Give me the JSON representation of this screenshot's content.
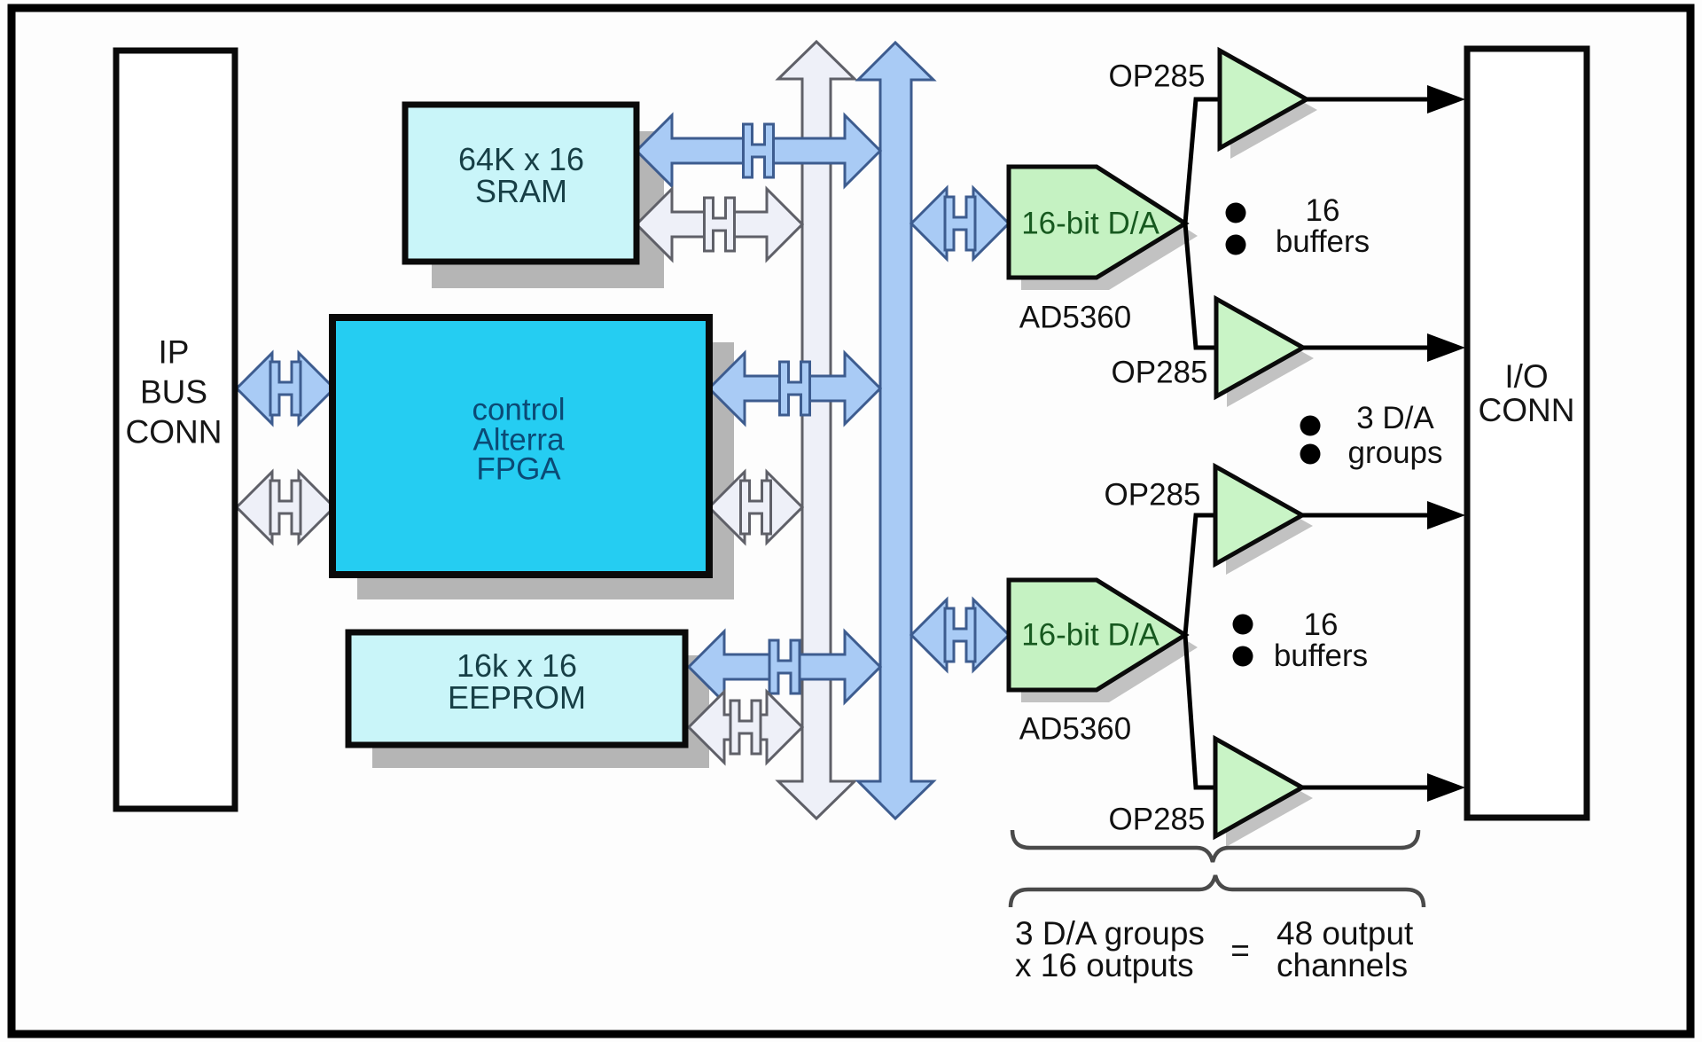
{
  "blocks": {
    "ip_bus_conn": {
      "label": "IP\nBUS\nCONN"
    },
    "sram": {
      "label": "64K x 16\nSRAM"
    },
    "fpga": {
      "label": "control\nAlterra\nFPGA"
    },
    "eeprom": {
      "label": "16k x 16\nEEPROM"
    },
    "io_conn": {
      "label": "I/O\nCONN"
    }
  },
  "dac_group_top": {
    "dac_label": "16-bit D/A",
    "part_label": "AD5360",
    "amp_top_label": "OP285",
    "amp_bottom_label": "OP285",
    "ellipsis_note": "16\nbuffers"
  },
  "dac_group_bottom": {
    "dac_label": "16-bit D/A",
    "part_label": "AD5360",
    "amp_top_label": "OP285",
    "amp_bottom_label": "OP285",
    "ellipsis_note": "16\nbuffers"
  },
  "middle_ellipsis_note": "3 D/A\ngroups",
  "equation": {
    "left": "3 D/A groups\nx 16 outputs",
    "equals": "=",
    "right": "48 output\nchannels"
  },
  "colors": {
    "bus_blue_fill": "#a9cbf5",
    "bus_blue_outline": "#3d5c8f",
    "bus_white_fill": "#eef0f8",
    "bus_white_outline": "#5f6068",
    "memory_fill": "#c9f5f9",
    "fpga_fill": "#25cdf2",
    "dac_fill": "#c5f2c2",
    "shadow": "#b5b5b5",
    "frame": "#000000",
    "dac_text": "#17591f",
    "fpga_text": "#0b4a75",
    "memory_text": "#173f46"
  }
}
